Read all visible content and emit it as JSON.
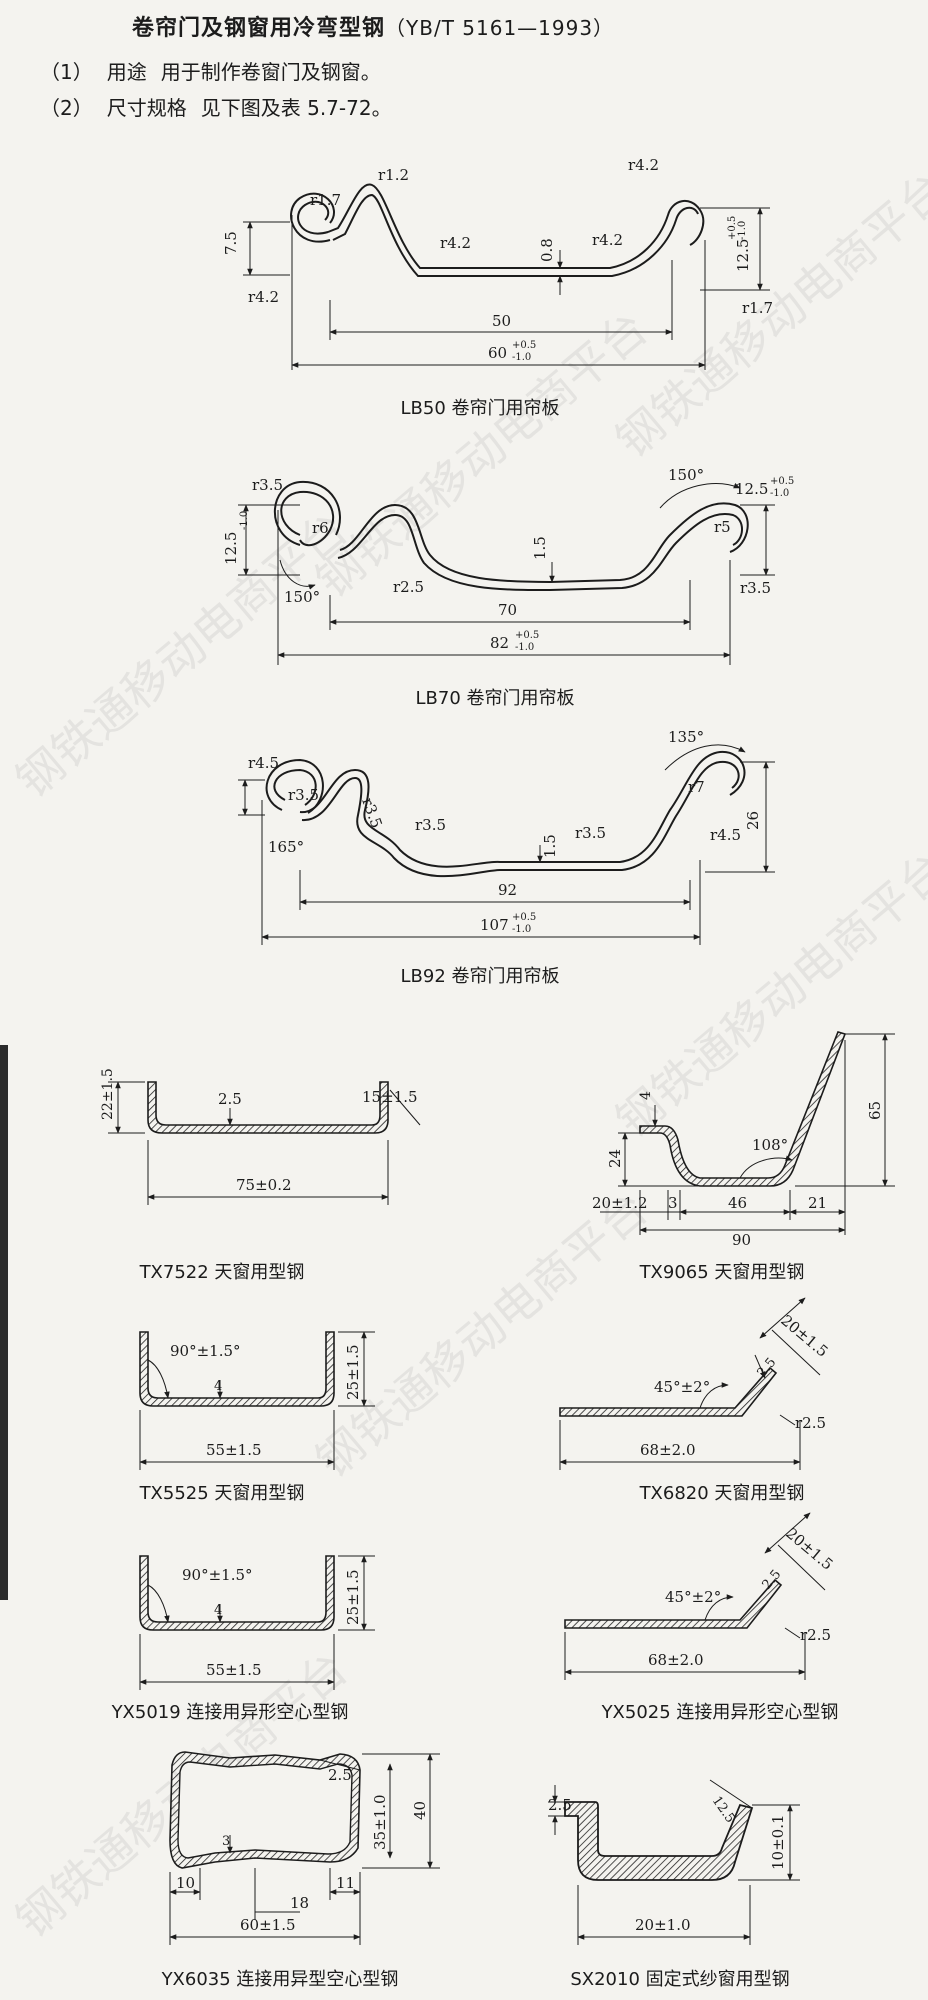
{
  "header": {
    "title": "卷帘门及钢窗用冷弯型钢",
    "standard": "（YB/T 5161—1993）"
  },
  "items": [
    {
      "num": "（1）",
      "term": "用途",
      "text": "用于制作卷窗门及钢窗。"
    },
    {
      "num": "（2）",
      "term": "尺寸规格",
      "text": "见下图及表 5.7-72。"
    }
  ],
  "figures": {
    "lb50": {
      "caption": "LB50 卷帘门用帘板",
      "labels": {
        "r17a": "r1.7",
        "r12": "r1.2",
        "r42top": "r4.2",
        "r42l": "r4.2",
        "r42m": "r4.2",
        "r42r": "r4.2",
        "r17b": "r1.7",
        "h75": "7.5",
        "t08": "0.8",
        "w50": "50",
        "w60": "60",
        "w60tol_up": "+0.5",
        "w60tol_dn": "-1.0",
        "h125": "12.5",
        "h125tol_up": "+0.5",
        "h125tol_dn": "-1.0"
      }
    },
    "lb70": {
      "caption": "LB70 卷帘门用帘板",
      "labels": {
        "r35a": "r3.5",
        "r6": "r6",
        "a150l": "150°",
        "r25": "r2.5",
        "t15": "1.5",
        "w70": "70",
        "w82": "82",
        "w82tol_up": "+0.5",
        "w82tol_dn": "-1.0",
        "h125l": "12.5",
        "h125ltol": "-1.0",
        "a150r": "150°",
        "h125r": "12.5",
        "h125rtol_up": "+0.5",
        "h125rtol_dn": "-1.0",
        "r5": "r5",
        "r35b": "r3.5"
      }
    },
    "lb92": {
      "caption": "LB92 卷帘门用帘板",
      "labels": {
        "r45a": "r4.5",
        "a165": "165°",
        "r35a": "r3.5",
        "r35b": "r3.5",
        "r35c": "r3.5",
        "t15": "1.5",
        "r35d": "r3.5",
        "w92": "92",
        "w107": "107",
        "w107tol_up": "+0.5",
        "w107tol_dn": "-1.0",
        "a135": "135°",
        "r7": "r7",
        "r45b": "r4.5",
        "h26": "26"
      }
    },
    "tx7522": {
      "caption": "TX7522 天窗用型钢",
      "labels": {
        "h22": "22±1.5",
        "t25": "2.5",
        "w75": "75±0.2",
        "h15": "15±1.5"
      }
    },
    "tx9065": {
      "caption": "TX9065 天窗用型钢",
      "labels": {
        "t4": "4",
        "h24": "24",
        "a108": "108°",
        "h65": "65",
        "w20": "20±1.2",
        "w3": "3",
        "w46": "46",
        "w21": "21",
        "w90": "90"
      }
    },
    "tx5525": {
      "caption": "TX5525 天窗用型钢",
      "labels": {
        "a90": "90°±1.5°",
        "t4": "4",
        "w55": "55±1.5",
        "h25": "25±1.5"
      }
    },
    "tx6820": {
      "caption": "TX6820 天窗用型钢",
      "labels": {
        "a45": "45°±2°",
        "t25": "2.5",
        "l20": "20±1.5",
        "r25": "r2.5",
        "w68": "68±2.0"
      }
    },
    "yx5019": {
      "caption": "YX5019 连接用异形空心型钢",
      "labels": {
        "a90": "90°±1.5°",
        "t4": "4",
        "w55": "55±1.5",
        "h25": "25±1.5"
      }
    },
    "yx5025": {
      "caption": "YX5025 连接用异形空心型钢",
      "labels": {
        "a45": "45°±2°",
        "t25": "2.5",
        "l20": "20±1.5",
        "r25": "r2.5",
        "w68": "68±2.0"
      }
    },
    "yx6035": {
      "caption": "YX6035 连接用异型空心型钢",
      "labels": {
        "t25": "2.5",
        "h35": "35±1.0",
        "h40": "40",
        "t3": "3",
        "w10": "10",
        "w18": "18",
        "w11": "11",
        "w60": "60±1.5"
      }
    },
    "sx2010": {
      "caption": "SX2010 固定式纱窗用型钢",
      "labels": {
        "t25": "2.5",
        "l12": "12.5",
        "h10": "10±0.1",
        "w20": "20±1.0"
      }
    }
  },
  "watermark": "钢铁通移动电商平台"
}
